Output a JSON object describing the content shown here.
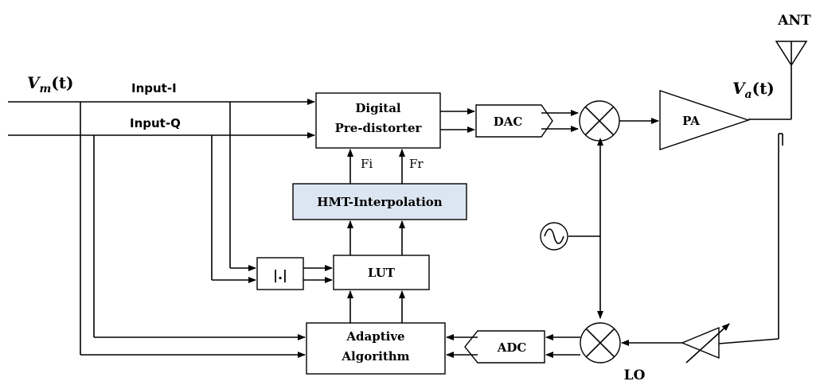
{
  "labels": {
    "ant": "ANT",
    "vm_var": "V",
    "vm_sub": "m",
    "vm_arg": "(t)",
    "va_var": "V",
    "va_sub": "a",
    "va_arg": "(t)",
    "input_i": "Input-I",
    "input_q": "Input-Q",
    "lo": "LO",
    "fi": "Fi",
    "fr": "Fr"
  },
  "blocks": {
    "dpd_line1": "Digital",
    "dpd_line2": "Pre-distorter",
    "dac": "DAC",
    "pa": "PA",
    "hmt": "HMT-Interpolation",
    "lut": "LUT",
    "abs": "|.|",
    "adaptive_line1": "Adaptive",
    "adaptive_line2": "Algorithm",
    "adc": "ADC"
  },
  "colors": {
    "hmt_fill": "#dce6f2",
    "line": "#000000"
  }
}
